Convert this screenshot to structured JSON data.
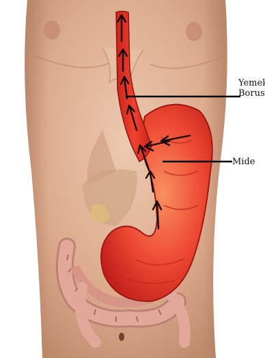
{
  "labels": {
    "esophagus_line1": "Yemek",
    "esophagus_line2": "Borusu",
    "stomach": "Mide"
  },
  "colors": {
    "skin_light": "#e8c2a8",
    "skin_mid": "#d9a789",
    "skin_shadow": "#b78466",
    "organ_red": "#e8322a",
    "organ_light": "#f47a55",
    "intestine": "#e2a99a",
    "intestine_shadow": "#b97b70",
    "arrow": "#1a0606",
    "leader_line": "#000000"
  },
  "icons": [
    "upward-arrow-icon",
    "leftward-arrow-icon"
  ]
}
